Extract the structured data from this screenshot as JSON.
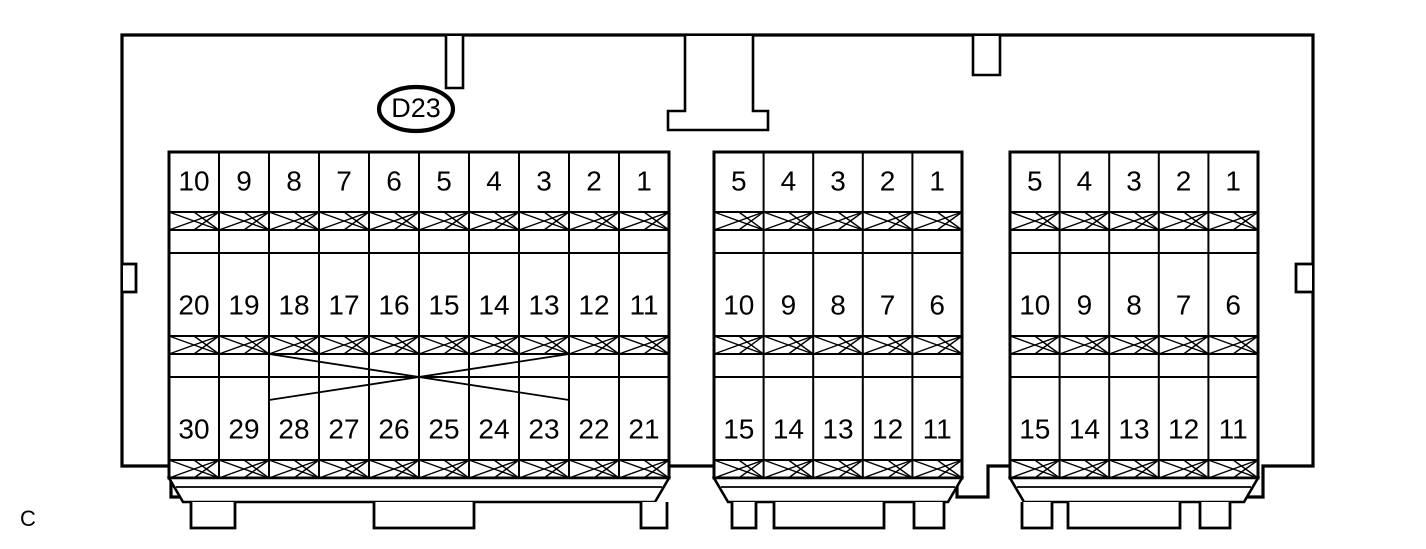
{
  "diagram": {
    "title": "D23",
    "corner_label": "C",
    "connector_id_label": "D23",
    "line_color": "#000000",
    "background_color": "#ffffff",
    "view": "connector-face-view"
  },
  "connectors": [
    {
      "name": "left-pin-block",
      "columns": 10,
      "rows": [
        {
          "name": "row-1",
          "pins": [
            "10",
            "9",
            "8",
            "7",
            "6",
            "5",
            "4",
            "3",
            "2",
            "1"
          ]
        },
        {
          "name": "row-2",
          "pins": [
            "20",
            "19",
            "18",
            "17",
            "16",
            "15",
            "14",
            "13",
            "12",
            "11"
          ]
        },
        {
          "name": "row-3",
          "pins": [
            "30",
            "29",
            "28",
            "27",
            "26",
            "25",
            "24",
            "23",
            "22",
            "21"
          ]
        }
      ],
      "cross_mark": {
        "present": true,
        "from_column": 3,
        "to_column": 8,
        "between_rows": [
          2,
          3
        ]
      },
      "base_feet": 3
    },
    {
      "name": "middle-pin-block",
      "columns": 5,
      "rows": [
        {
          "name": "row-1",
          "pins": [
            "5",
            "4",
            "3",
            "2",
            "1"
          ]
        },
        {
          "name": "row-2",
          "pins": [
            "10",
            "9",
            "8",
            "7",
            "6"
          ]
        },
        {
          "name": "row-3",
          "pins": [
            "15",
            "14",
            "13",
            "12",
            "11"
          ]
        }
      ],
      "cross_mark": {
        "present": false
      },
      "base_feet": 3
    },
    {
      "name": "right-pin-block",
      "columns": 5,
      "rows": [
        {
          "name": "row-1",
          "pins": [
            "5",
            "4",
            "3",
            "2",
            "1"
          ]
        },
        {
          "name": "row-2",
          "pins": [
            "10",
            "9",
            "8",
            "7",
            "6"
          ]
        },
        {
          "name": "row-3",
          "pins": [
            "15",
            "14",
            "13",
            "12",
            "11"
          ]
        }
      ],
      "cross_mark": {
        "present": false
      },
      "base_feet": 3
    }
  ],
  "housing": {
    "name": "connector-housing",
    "top_tabs": 3,
    "side_tabs": 2,
    "bottom_feet": 4
  }
}
